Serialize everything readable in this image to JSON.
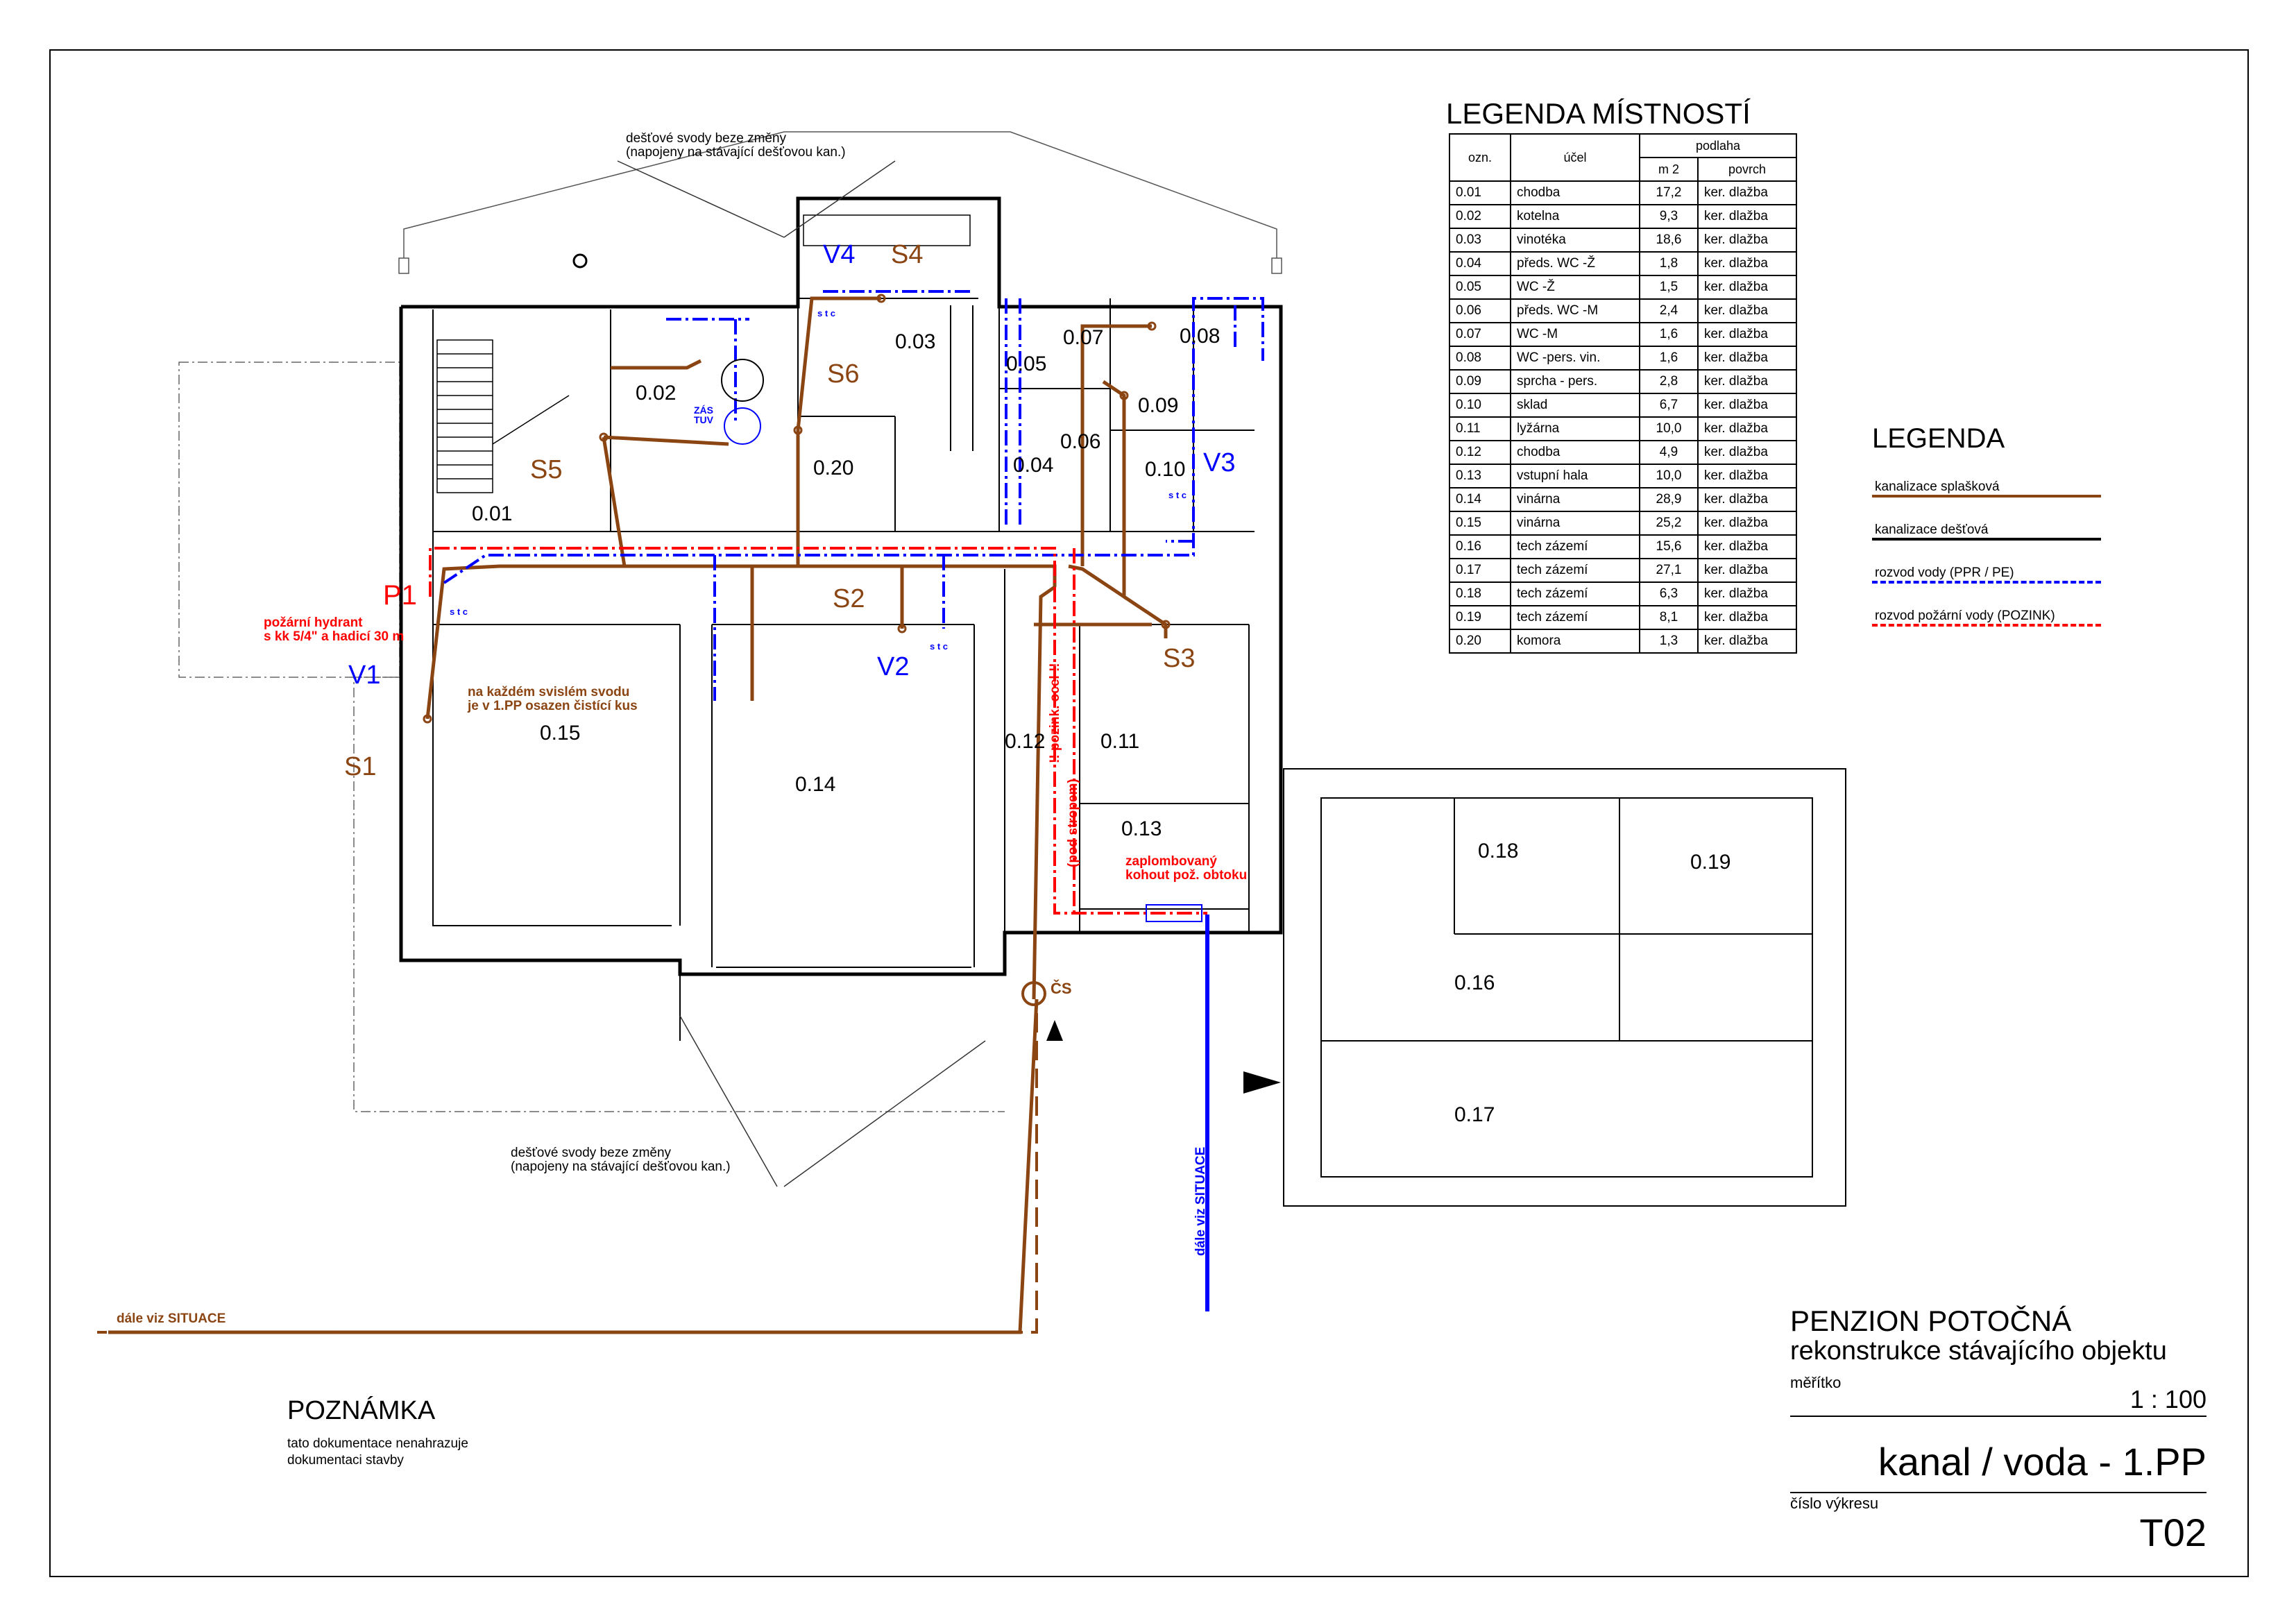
{
  "plan_labels": {
    "rain_top_1": "dešťové svody beze změny",
    "rain_top_2": "(napojeny na stávající dešťovou kan.)",
    "rain_bottom_1": "dešťové svody beze změny",
    "rain_bottom_2": "(napojeny na stávající dešťovou kan.)",
    "hydrant_1": "požární hydrant",
    "hydrant_2": "s kk 5/4\" a hadicí 30 m",
    "cleanout_1": "na každém svislém svodu",
    "cleanout_2": "je v 1.PP osazen čistící kus",
    "valve_1": "zaplombovaný",
    "valve_2": "kohout pož. obtoku",
    "zas_1": "ZÁS",
    "zas_2": "TUV",
    "pipe_vertical": "!! pozink. ocel !!",
    "pipe_under_floor": "(pod stropem)",
    "dale_left": "dále viz SITUACE",
    "dale_right": "dále viz SITUACE",
    "cs": "ČS",
    "stc": "s t c"
  },
  "risers": {
    "S1": "S1",
    "S2": "S2",
    "S3": "S3",
    "S4": "S4",
    "S5": "S5",
    "S6": "S6",
    "V1": "V1",
    "V2": "V2",
    "V3": "V3",
    "V4": "V4",
    "P1": "P1"
  },
  "rooms_on_plan": {
    "r001": "0.01",
    "r002": "0.02",
    "r003": "0.03",
    "r004": "0.04",
    "r005": "0.05",
    "r006": "0.06",
    "r007": "0.07",
    "r008": "0.08",
    "r009": "0.09",
    "r010": "0.10",
    "r011": "0.11",
    "r012": "0.12",
    "r013": "0.13",
    "r014": "0.14",
    "r015": "0.15",
    "r016": "0.16",
    "r017": "0.17",
    "r018": "0.18",
    "r019": "0.19",
    "r020": "0.20"
  },
  "room_legend": {
    "title": "LEGENDA MÍSTNOSTÍ",
    "col_ozn": "ozn.",
    "col_ucel": "účel",
    "col_podlaha": "podlaha",
    "col_m2": "m 2",
    "col_povrch": "povrch",
    "rows": [
      [
        "0.01",
        "chodba",
        "17,2",
        "ker. dlažba"
      ],
      [
        "0.02",
        "kotelna",
        "9,3",
        "ker. dlažba"
      ],
      [
        "0.03",
        "vinotéka",
        "18,6",
        "ker. dlažba"
      ],
      [
        "0.04",
        "předs. WC -Ž",
        "1,8",
        "ker. dlažba"
      ],
      [
        "0.05",
        "WC -Ž",
        "1,5",
        "ker. dlažba"
      ],
      [
        "0.06",
        "předs. WC -M",
        "2,4",
        "ker. dlažba"
      ],
      [
        "0.07",
        "WC -M",
        "1,6",
        "ker. dlažba"
      ],
      [
        "0.08",
        "WC -pers. vin.",
        "1,6",
        "ker. dlažba"
      ],
      [
        "0.09",
        "sprcha - pers.",
        "2,8",
        "ker. dlažba"
      ],
      [
        "0.10",
        "sklad",
        "6,7",
        "ker. dlažba"
      ],
      [
        "0.11",
        "lyžárna",
        "10,0",
        "ker. dlažba"
      ],
      [
        "0.12",
        "chodba",
        "4,9",
        "ker. dlažba"
      ],
      [
        "0.13",
        "vstupní hala",
        "10,0",
        "ker. dlažba"
      ],
      [
        "0.14",
        "vinárna",
        "28,9",
        "ker. dlažba"
      ],
      [
        "0.15",
        "vinárna",
        "25,2",
        "ker. dlažba"
      ],
      [
        "0.16",
        "tech zázemí",
        "15,6",
        "ker. dlažba"
      ],
      [
        "0.17",
        "tech zázemí",
        "27,1",
        "ker. dlažba"
      ],
      [
        "0.18",
        "tech zázemí",
        "6,3",
        "ker. dlažba"
      ],
      [
        "0.19",
        "tech zázemí",
        "8,1",
        "ker. dlažba"
      ],
      [
        "0.20",
        "komora",
        "1,3",
        "ker. dlažba"
      ]
    ]
  },
  "legend": {
    "title": "LEGENDA",
    "items": [
      {
        "label": "kanalizace splašková",
        "color": "#8B4513",
        "style": "solid"
      },
      {
        "label": "kanalizace dešťová",
        "color": "#000000",
        "style": "solid"
      },
      {
        "label": "rozvod vody (PPR / PE)",
        "color": "#0000FF",
        "style": "dashdot"
      },
      {
        "label": "rozvod požární vody (POZINK)",
        "color": "#FF0000",
        "style": "dashdot"
      }
    ]
  },
  "note": {
    "title": "POZNÁMKA",
    "line1": "tato dokumentace nenahrazuje",
    "line2": "dokumentaci stavby"
  },
  "title_block": {
    "project": "PENZION POTOČNÁ",
    "subtitle": "rekonstrukce stávajícího objektu",
    "scale_label": "měřítko",
    "scale": "1 : 100",
    "drawing_name": "kanal / voda - 1.PP",
    "number_label": "číslo výkresu",
    "number": "T02"
  },
  "colors": {
    "sewer": "#8B4513",
    "water": "#0000FF",
    "fire": "#FF0000",
    "wall": "#000000"
  }
}
